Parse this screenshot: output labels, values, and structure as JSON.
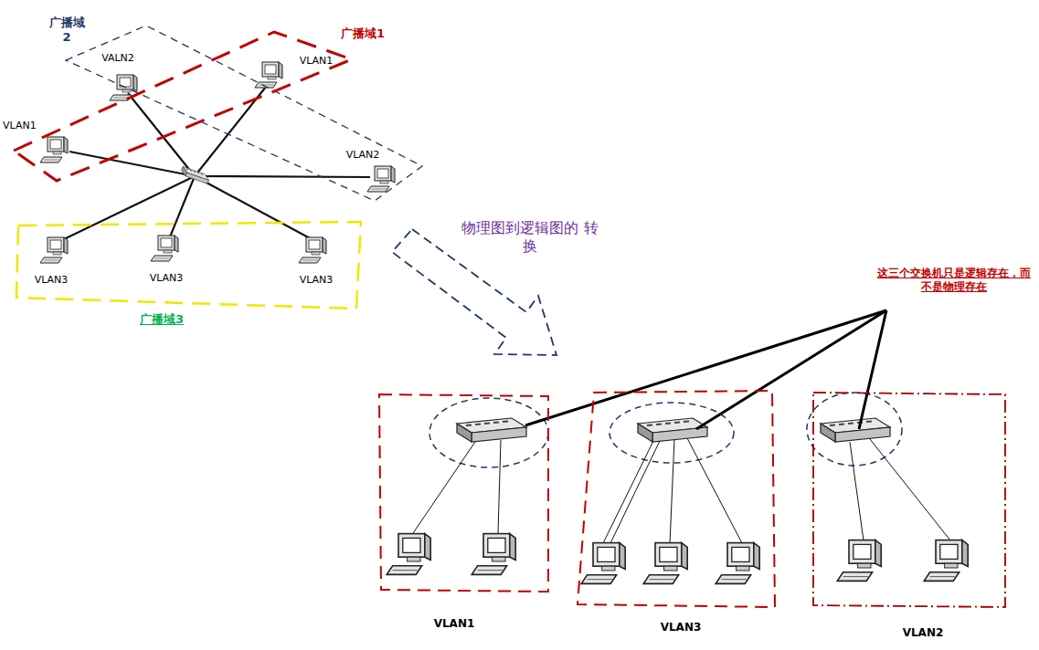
{
  "diagram": {
    "nodes": [
      {
        "text": [
          "广播域 2"
        ]
      },
      {
        "text": [
          "广播域1"
        ]
      },
      {
        "text": [
          "广播域3"
        ]
      },
      {
        "text": [
          "VLAN1"
        ]
      },
      {
        "text": [
          "VLAN3"
        ]
      },
      {
        "text": [
          "VLAN2"
        ]
      }
    ],
    "labels": [
      "VALN2",
      "VLAN1",
      "VLAN1",
      "VLAN2",
      "VLAN3",
      "VLAN3",
      "VLAN3",
      "物理图到逻辑图的 转换",
      "这三个交换机只是逻辑存在，而不是物理存在"
    ]
  }
}
